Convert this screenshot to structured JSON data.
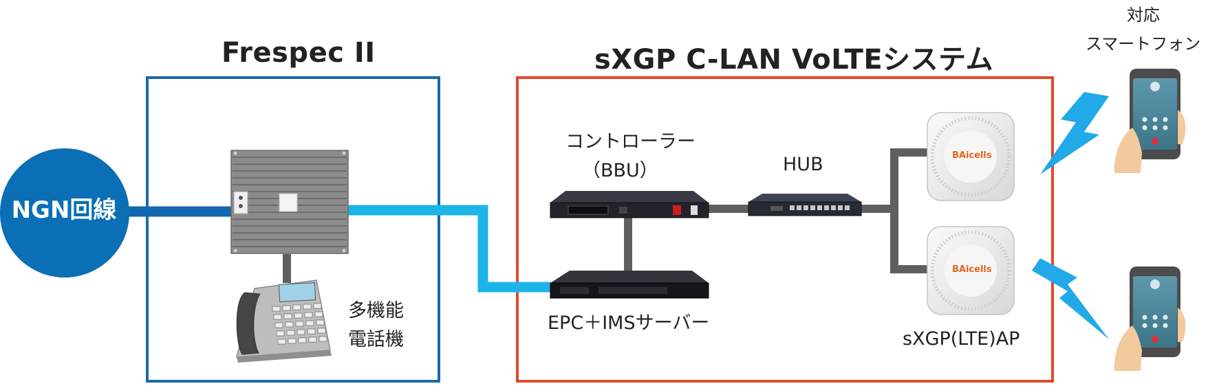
{
  "titles": {
    "frespec": "Frespec II",
    "sxgp_system": "sXGP C-LAN VoLTEシステム"
  },
  "labels": {
    "ngn": "NGN回線",
    "multi_phone_line1": "多機能",
    "multi_phone_line2": "電話機",
    "controller_line1": "コントローラー",
    "controller_line2": "（BBU）",
    "hub": "HUB",
    "epc_ims": "EPC＋IMSサーバー",
    "ap": "sXGP(LTE)AP",
    "phones_line1": "対応",
    "phones_line2": "スマートフォン",
    "brand": "BAicells"
  },
  "colors": {
    "frespec_border": "#1a6aa7",
    "sxgp_border": "#e3492a",
    "ngn_circle": "#0a6fb5",
    "ngn_line": "#1366b0",
    "light_line": "#1cb5e8",
    "gray_line": "#5f5f5f",
    "lightning": "#22a9e8"
  }
}
